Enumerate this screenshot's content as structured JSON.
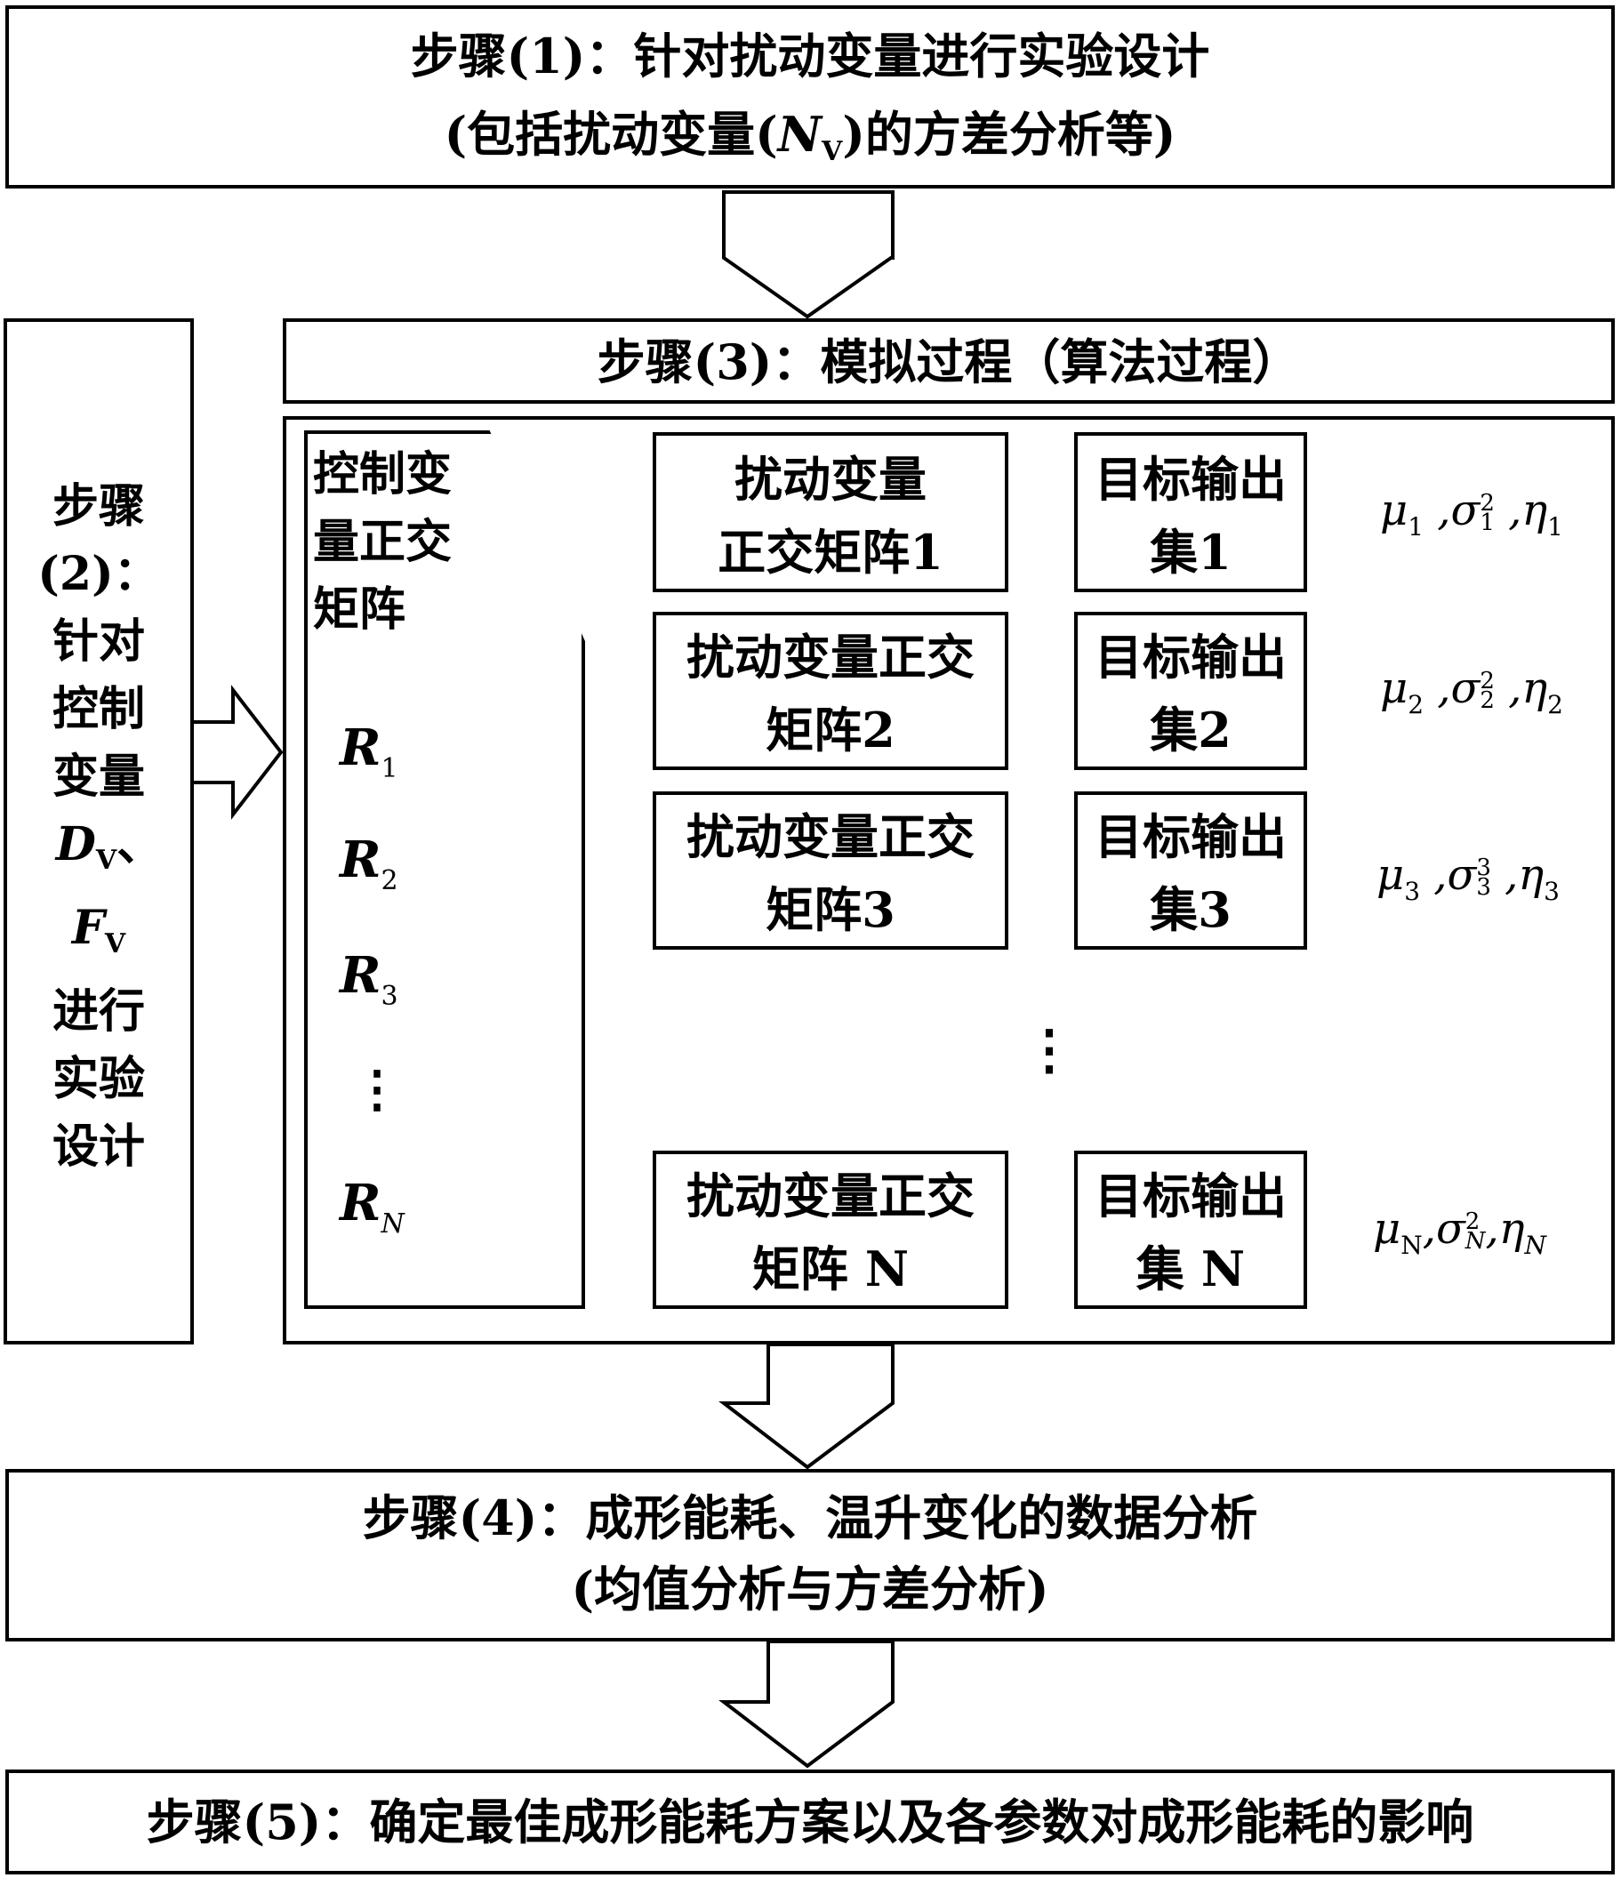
{
  "step1": {
    "line1": "步骤(1)：针对扰动变量进行实验设计",
    "line2_pre": "(包括扰动变量(",
    "line2_var": "N",
    "line2_sub": "V",
    "line2_post": ")的方差分析等)"
  },
  "step2": {
    "lines": [
      "步骤",
      "(2)：",
      "针对",
      "控制",
      "变量"
    ],
    "dv": "D",
    "dv_sub": "V",
    "dv_sep": "、",
    "fv": "F",
    "fv_sub": "V",
    "lines2": [
      "进行",
      "实验",
      "设计"
    ]
  },
  "step3": {
    "title": "步骤(3)：模拟过程（算法过程）"
  },
  "control_matrix": {
    "lines": [
      "控制变",
      "量正交",
      "矩阵"
    ],
    "rows": [
      {
        "label": "R",
        "sub": "1"
      },
      {
        "label": "R",
        "sub": "2"
      },
      {
        "label": "R",
        "sub": "3"
      },
      {
        "label": "⋮",
        "sub": ""
      },
      {
        "label": "R",
        "sub": "N"
      }
    ]
  },
  "disturb": [
    {
      "line1": "扰动变量",
      "line2": "正交矩阵1"
    },
    {
      "line1": "扰动变量正交",
      "line2": "矩阵2"
    },
    {
      "line1": "扰动变量正交",
      "line2": "矩阵3"
    },
    {
      "line1": "扰动变量正交",
      "line2": "矩阵 N"
    }
  ],
  "outputs": [
    {
      "line1": "目标输出",
      "line2": "集1"
    },
    {
      "line1": "目标输出",
      "line2": "集2"
    },
    {
      "line1": "目标输出",
      "line2": "集3"
    },
    {
      "line1": "目标输出",
      "line2": "集 N"
    }
  ],
  "stats": [
    {
      "mu": "μ",
      "mu_sub": "1",
      "sigma": "σ",
      "sigma_sup": "2",
      "sigma_sub": "1",
      "eta": "η",
      "eta_sub": "1"
    },
    {
      "mu": "μ",
      "mu_sub": "2",
      "sigma": "σ",
      "sigma_sup": "2",
      "sigma_sub": "2",
      "eta": "η",
      "eta_sub": "2"
    },
    {
      "mu": "μ",
      "mu_sub": "3",
      "sigma": "σ",
      "sigma_sup": "3",
      "sigma_sub": "3",
      "eta": "η",
      "eta_sub": "3"
    },
    {
      "mu": "μ",
      "mu_sub": "N",
      "sigma": "σ",
      "sigma_sup": "2",
      "sigma_sub": "N",
      "eta": "η",
      "eta_sub": "N"
    }
  ],
  "middle_dots": "⋮",
  "step4": {
    "line1": "步骤(4)：成形能耗、温升变化的数据分析",
    "line2": "(均值分析与方差分析)"
  },
  "step5": {
    "title": "步骤(5)：确定最佳成形能耗方案以及各参数对成形能耗的影响"
  }
}
